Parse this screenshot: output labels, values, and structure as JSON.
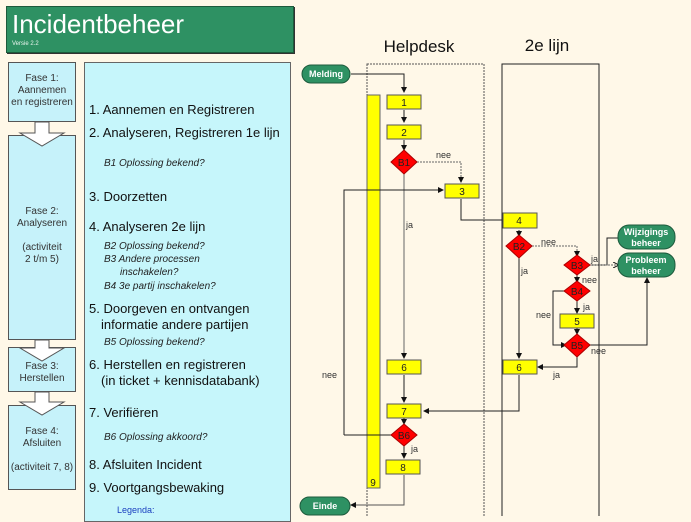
{
  "header": {
    "title": "Incidentbeheer",
    "version": "Versie 2.2"
  },
  "phases": [
    {
      "lines": [
        "Fase 1:",
        "Aannemen",
        "en registreren"
      ]
    },
    {
      "lines": [
        "Fase 2:",
        "Analyseren",
        "",
        "(activiteit",
        "2 t/m 5)"
      ]
    },
    {
      "lines": [
        "Fase 3:",
        "Herstellen"
      ]
    },
    {
      "lines": [
        "Fase 4:",
        "Afsluiten",
        "",
        "(activiteit 7, 8)"
      ]
    }
  ],
  "activities": {
    "a1": "1. Aannemen en Registreren",
    "a2": "2. Analyseren, Registreren 1e lijn",
    "b1": "B1  Oplossing bekend?",
    "a3": "3. Doorzetten",
    "a4": "4. Analyseren 2e lijn",
    "b2": "B2  Oplossing bekend?",
    "b3a": "B3  Andere processen",
    "b3b": "inschakelen?",
    "b4": "B4  3e partij inschakelen?",
    "a5a": "5. Doorgeven en ontvangen",
    "a5b": "informatie andere partijen",
    "b5": "B5  Oplossing bekend?",
    "a6a": "6. Herstellen en registreren",
    "a6b": "(in ticket + kennisdatabank)",
    "a7": "7. Verifiëren",
    "b6": "B6  Oplossing akkoord?",
    "a8": "8. Afsluiten Incident",
    "a9": "9. Voortgangsbewaking",
    "legend": "Legenda:"
  },
  "flow": {
    "lanes": {
      "helpdesk": "Helpdesk",
      "tweede_lijn": "2e lijn"
    },
    "terminals": {
      "start": "Melding",
      "end": "Einde",
      "wijzigings_a": "Wijzigings",
      "wijzigings_b": "beheer",
      "probleem_a": "Probleem",
      "probleem_b": "beheer"
    },
    "boxes": {
      "b1": "1",
      "b2": "2",
      "b3": "3",
      "b4": "4",
      "b5": "5",
      "b6h": "6",
      "b6l": "6",
      "b7": "7",
      "b8": "8",
      "b9": "9"
    },
    "decisions": {
      "d1": "B1",
      "d2": "B2",
      "d3": "B3",
      "d4": "B4",
      "d5": "B5",
      "d6": "B6"
    },
    "labels": {
      "nee": "nee",
      "ja": "ja"
    }
  },
  "colors": {
    "terminal": "#2e9163",
    "activity": "#ffff00",
    "decision": "#ff0000",
    "panel": "#c6f6fb"
  }
}
